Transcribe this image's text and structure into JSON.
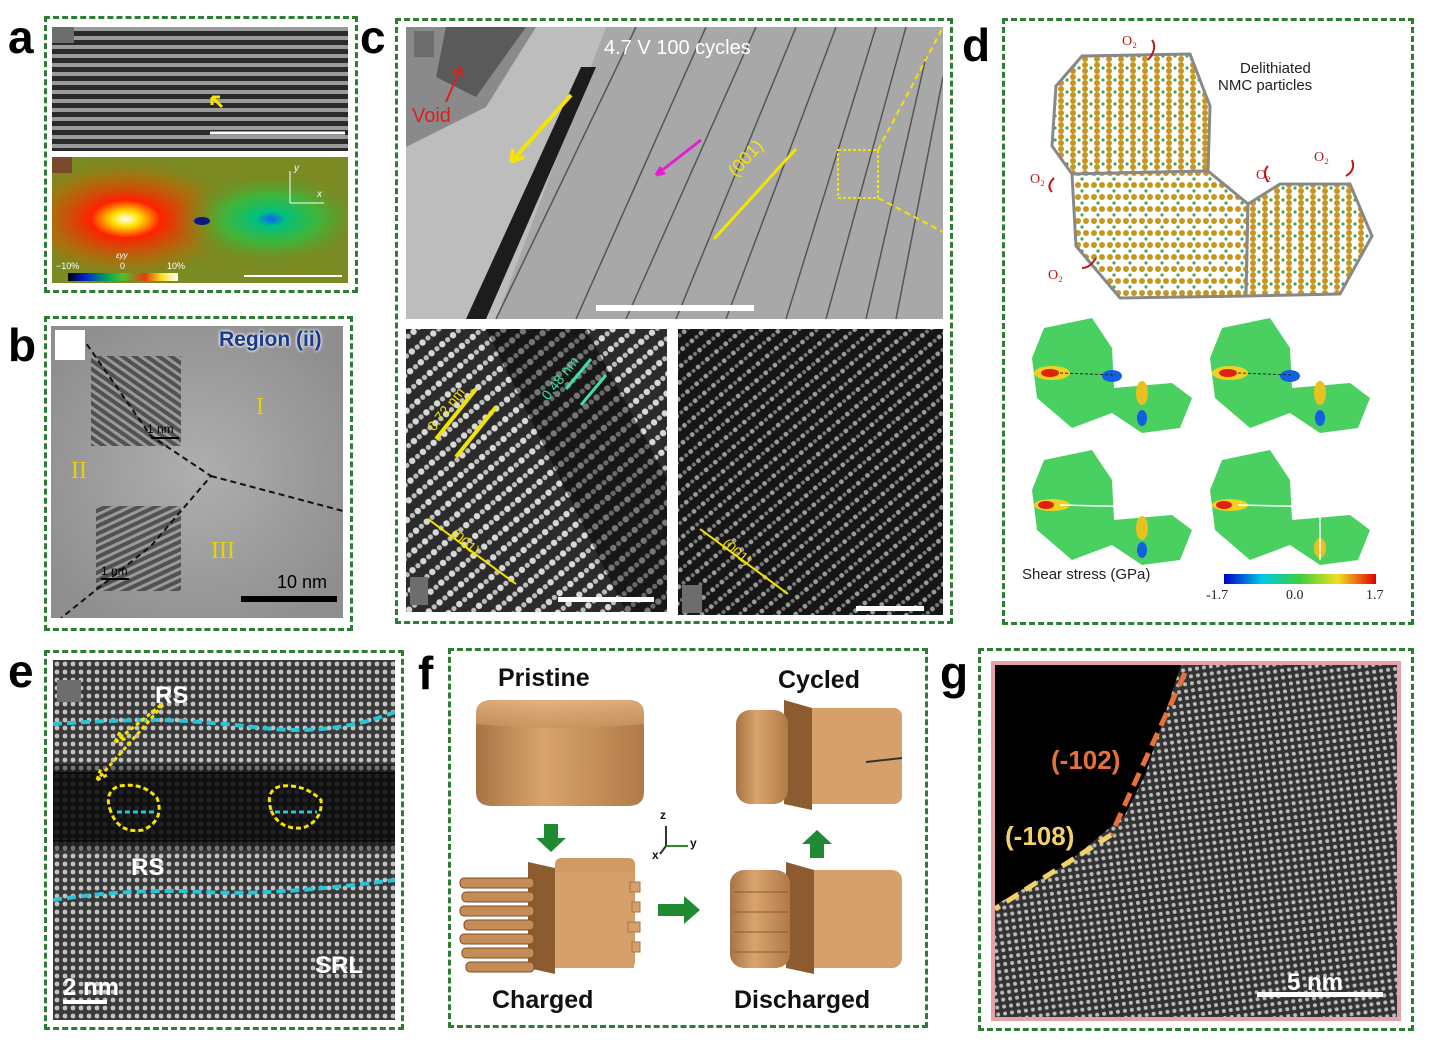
{
  "panels": {
    "a": {
      "label": "a",
      "axis_y": "y",
      "axis_x": "x",
      "colorbar_title": "εyy",
      "cb_min": "−10%",
      "cb_mid": "0",
      "cb_max": "10%"
    },
    "b": {
      "label": "b",
      "region": "Region (ii)",
      "I": "I",
      "II": "II",
      "III": "III",
      "scale1": "1 nm",
      "scale2": "1 nm",
      "scale_main": "10 nm"
    },
    "c": {
      "label": "c",
      "title": "4.7 V 100 cycles",
      "void": "Void",
      "plane_top": "(001)",
      "d1": "0.72 nm",
      "d2": "0.48 nm",
      "plane_bl": "(001)",
      "plane_br": "(001)"
    },
    "d": {
      "label": "d",
      "title_l1": "Delithiated",
      "title_l2": "NMC particles",
      "o2": "O₂",
      "shear": "Shear stress (GPa)",
      "cb_min": "-1.7",
      "cb_mid": "0.0",
      "cb_max": "1.7"
    },
    "e": {
      "label": "e",
      "rs_top": "RS",
      "rs_bottom": "RS",
      "srl": "SRL",
      "scale": "2 nm"
    },
    "f": {
      "label": "f",
      "pristine": "Pristine",
      "cycled": "Cycled",
      "charged": "Charged",
      "discharged": "Discharged",
      "ax_z": "z",
      "ax_y": "y",
      "ax_x": "x"
    },
    "g": {
      "label": "g",
      "plane1": "(-102)",
      "plane2": "(-108)",
      "scale": "5 nm"
    }
  },
  "colors": {
    "frame": "#2e7d32",
    "yellow": "#f5e400",
    "cyan": "#29c4d8",
    "orange": "#e8703a",
    "pink_border": "#e8a0a8"
  }
}
